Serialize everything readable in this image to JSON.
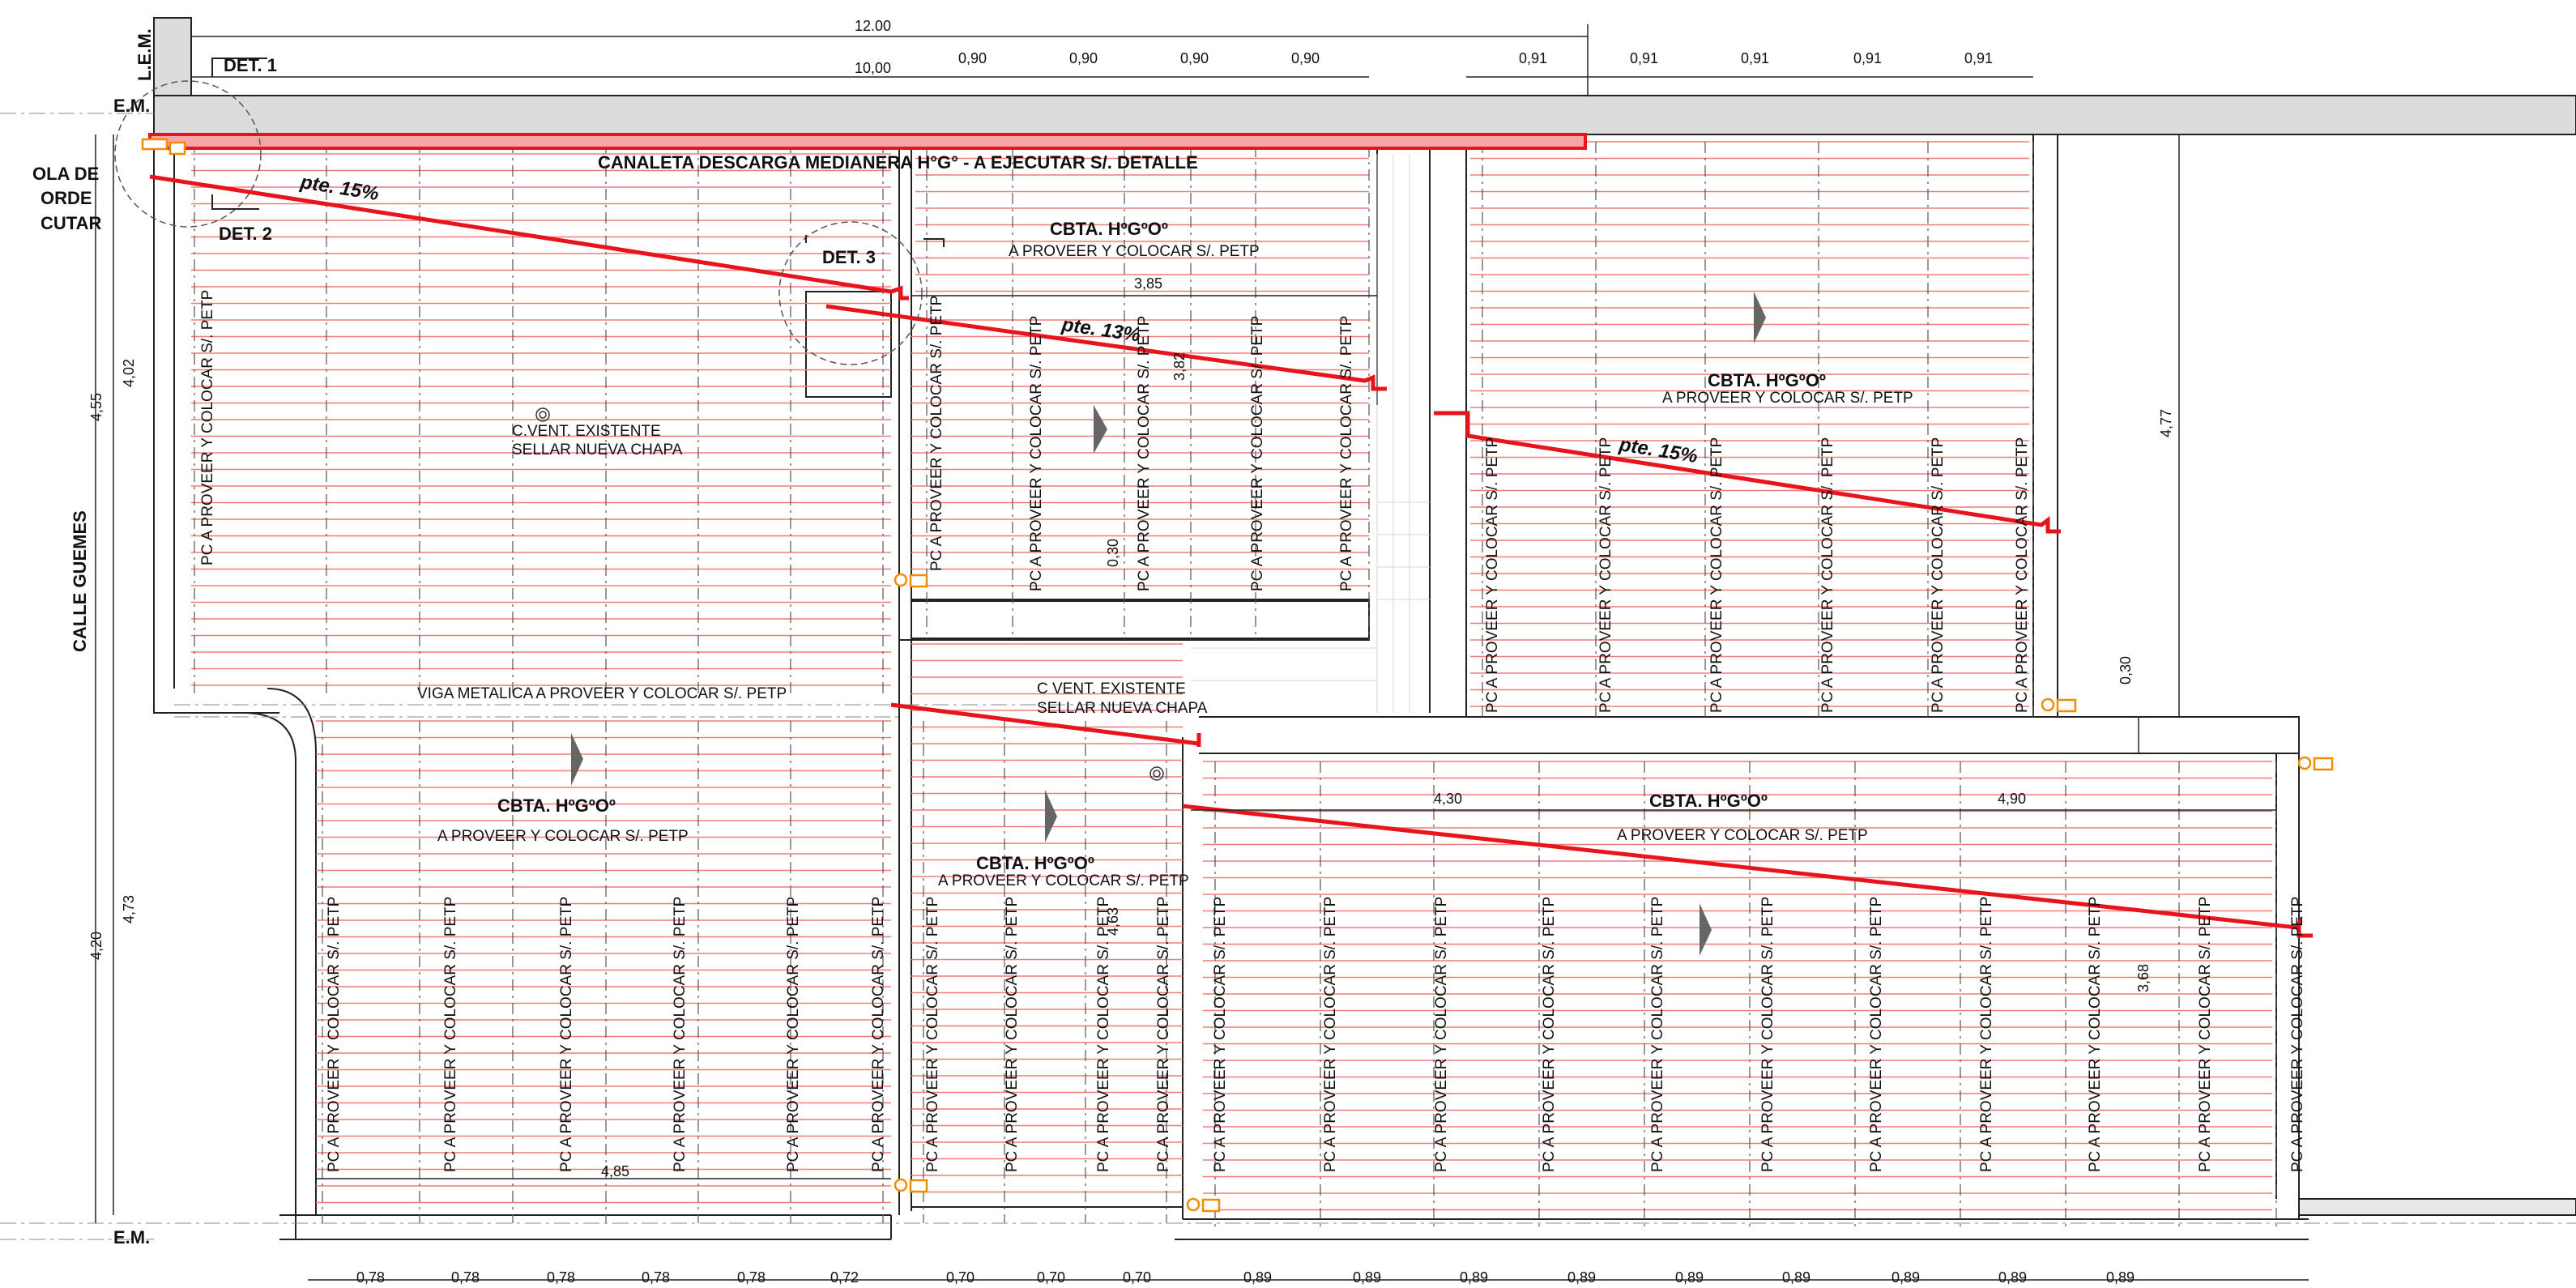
{
  "drawing": {
    "top_dims": {
      "total_1": "12.00",
      "total_2": "10,00",
      "left_group": [
        "0,90",
        "0,90",
        "0,90",
        "0,90"
      ],
      "right_group": [
        "0,91",
        "0,91",
        "0,91",
        "0,91",
        "0,91"
      ]
    },
    "bottom_dims": [
      "0,78",
      "0,78",
      "0,78",
      "0,78",
      "0,78",
      "0,72",
      "0,70",
      "0,70",
      "0,70",
      "0,89",
      "0,89",
      "0,89",
      "0,89",
      "0,89",
      "0,89",
      "0,89",
      "0,89",
      "0,89"
    ],
    "left_dims": {
      "d1": "4,55",
      "d2": "4,02",
      "d3": "4,73",
      "d4": "4,20"
    },
    "inner_dims": {
      "d385": "3,85",
      "d382": "3,82",
      "d030a": "0,30",
      "d477": "4,77",
      "d030b": "0,30",
      "d430": "4,30",
      "d490": "4,90",
      "d463": "4,63",
      "d368": "3,68",
      "d485": "4,85"
    },
    "side_labels": {
      "lem": "L.E.M.",
      "em_top": "E.M.",
      "em_bottom": "E.M.",
      "street": "CALLE GUEMES"
    },
    "cut_text": [
      "OLA DE",
      "ORDE",
      "CUTAR"
    ],
    "details": {
      "det1": "DET. 1",
      "det2": "DET. 2",
      "det3": "DET. 3"
    },
    "canaleta": "CANALETA DESCARGA MEDIANERA H°G° - A EJECUTAR S/. DETALLE",
    "slopes": {
      "s1": "pte. 15%",
      "s2": "pte. 13%",
      "s3": "pte. 15%"
    },
    "roof_title": "CBTA. HºGºOº",
    "roof_sub": "A PROVEER Y COLOCAR S/. PETP",
    "purlin": "PC A PROVEER Y COLOCAR S/. PETP",
    "vent_1": [
      "C.VENT. EXISTENTE",
      "SELLAR NUEVA CHAPA"
    ],
    "vent_2": [
      "C VENT. EXISTENTE",
      "SELLAR NUEVA CHAPA"
    ],
    "beam": "VIGA METALICA A PROVEER Y COLOCAR S/. PETP"
  },
  "colors": {
    "sheet_red": "#f07a7a",
    "gutter_red": "#e8141c",
    "drain": "#f08c00",
    "line": "#222222",
    "wall_fill": "#dcdcdc"
  }
}
